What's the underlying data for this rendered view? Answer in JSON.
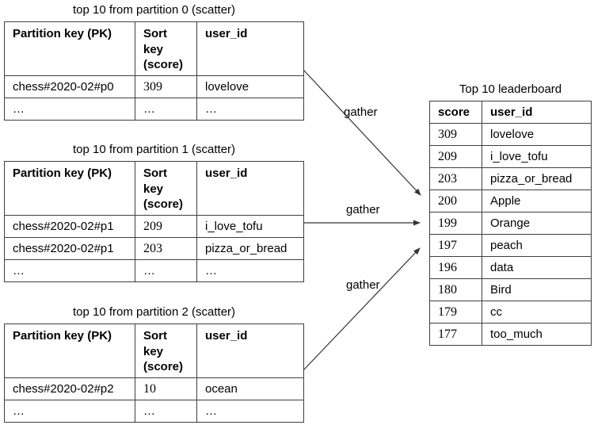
{
  "partition_tables": [
    {
      "title": "top 10 from partition 0 (scatter)",
      "headers": [
        "Partition key (PK)",
        "Sort key (score)",
        "user_id"
      ],
      "rows": [
        [
          "chess#2020-02#p0",
          "309",
          "lovelove"
        ],
        [
          "…",
          "…",
          "…"
        ]
      ]
    },
    {
      "title": "top 10 from partition 1 (scatter)",
      "headers": [
        "Partition key (PK)",
        "Sort key (score)",
        "user_id"
      ],
      "rows": [
        [
          "chess#2020-02#p1",
          "209",
          "i_love_tofu"
        ],
        [
          "chess#2020-02#p1",
          "203",
          "pizza_or_bread"
        ],
        [
          "…",
          "…",
          "…"
        ]
      ]
    },
    {
      "title": "top 10 from partition 2 (scatter)",
      "headers": [
        "Partition key (PK)",
        "Sort key (score)",
        "user_id"
      ],
      "rows": [
        [
          "chess#2020-02#p2",
          "10",
          "ocean"
        ],
        [
          "…",
          "…",
          "…"
        ]
      ]
    }
  ],
  "leaderboard": {
    "title": "Top 10 leaderboard",
    "headers": [
      "score",
      "user_id"
    ],
    "rows": [
      [
        "309",
        "lovelove"
      ],
      [
        "209",
        "i_love_tofu"
      ],
      [
        "203",
        "pizza_or_bread"
      ],
      [
        "200",
        "Apple"
      ],
      [
        "199",
        "Orange"
      ],
      [
        "197",
        "peach"
      ],
      [
        "196",
        "data"
      ],
      [
        "180",
        "Bird"
      ],
      [
        "179",
        "cc"
      ],
      [
        "177",
        "too_much"
      ]
    ]
  },
  "arrows": [
    {
      "label": "gather"
    },
    {
      "label": "gather"
    },
    {
      "label": "gather"
    }
  ],
  "colors": {
    "background": "#ffffff",
    "text": "#000000",
    "table_border": "#3f3f3f",
    "arrow": "#333333"
  }
}
